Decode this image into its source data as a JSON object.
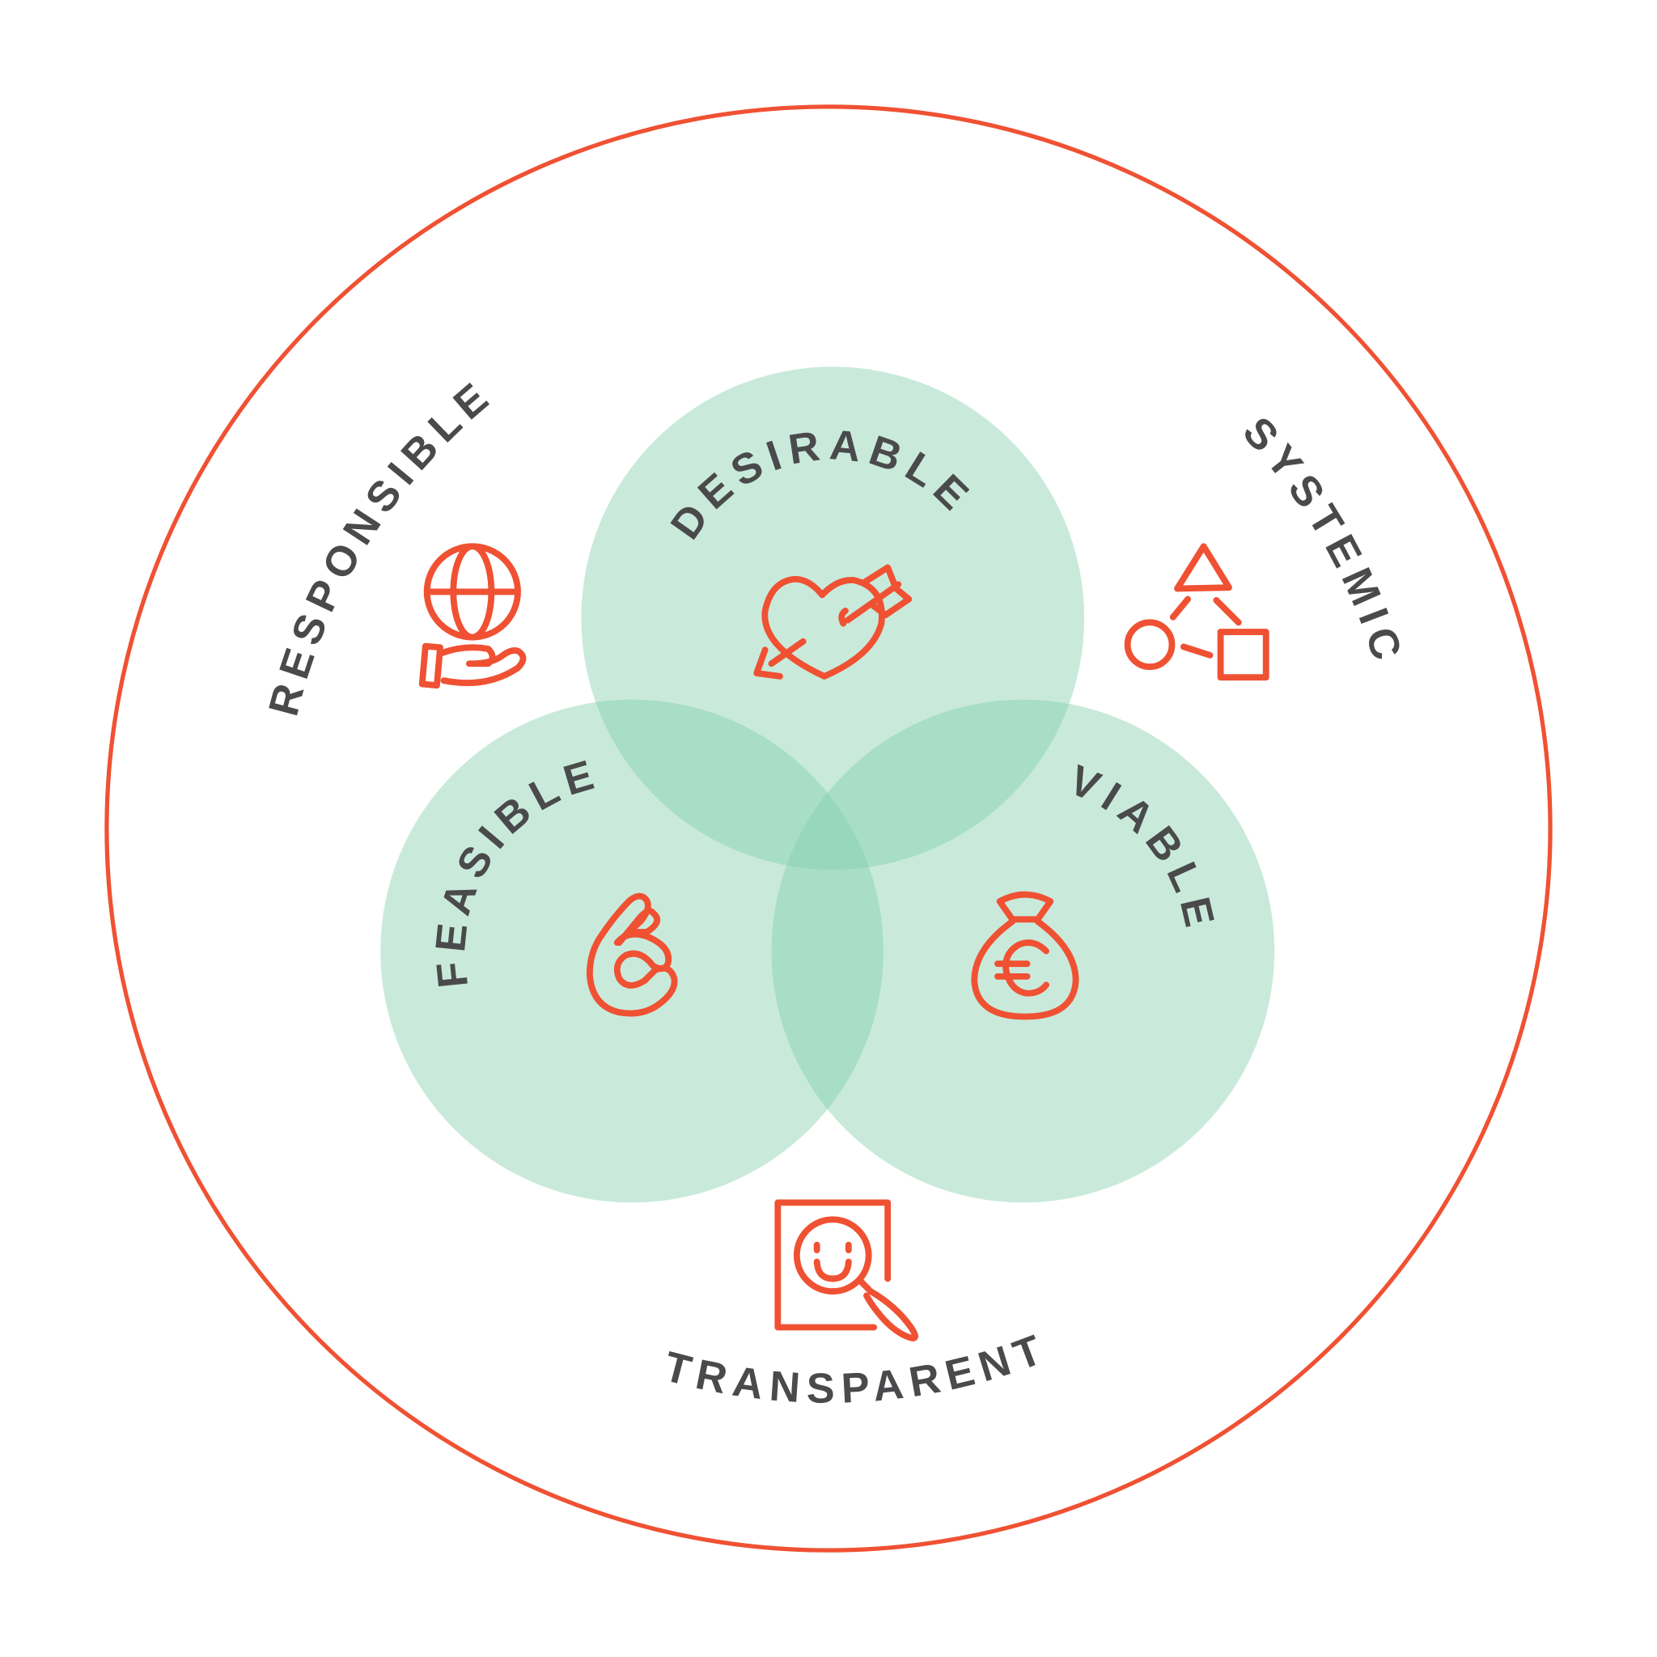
{
  "colors": {
    "outer_ring": "#f05133",
    "icon": "#f05133",
    "circle_fill": "#7fccaa",
    "label": "#4a4a4c",
    "background": "#ffffff"
  },
  "inner_circles": [
    {
      "label": "DESIRABLE",
      "icon": "heart-arrow-icon"
    },
    {
      "label": "FEASIBLE",
      "icon": "ok-hand-icon"
    },
    {
      "label": "VIABLE",
      "icon": "euro-money-bag-icon"
    }
  ],
  "outer_labels": [
    {
      "label": "RESPONSIBLE",
      "icon": "globe-in-hand-icon"
    },
    {
      "label": "SYSTEMIC",
      "icon": "shapes-system-icon"
    },
    {
      "label": "TRANSPARENT",
      "icon": "document-magnifier-smile-icon"
    }
  ]
}
